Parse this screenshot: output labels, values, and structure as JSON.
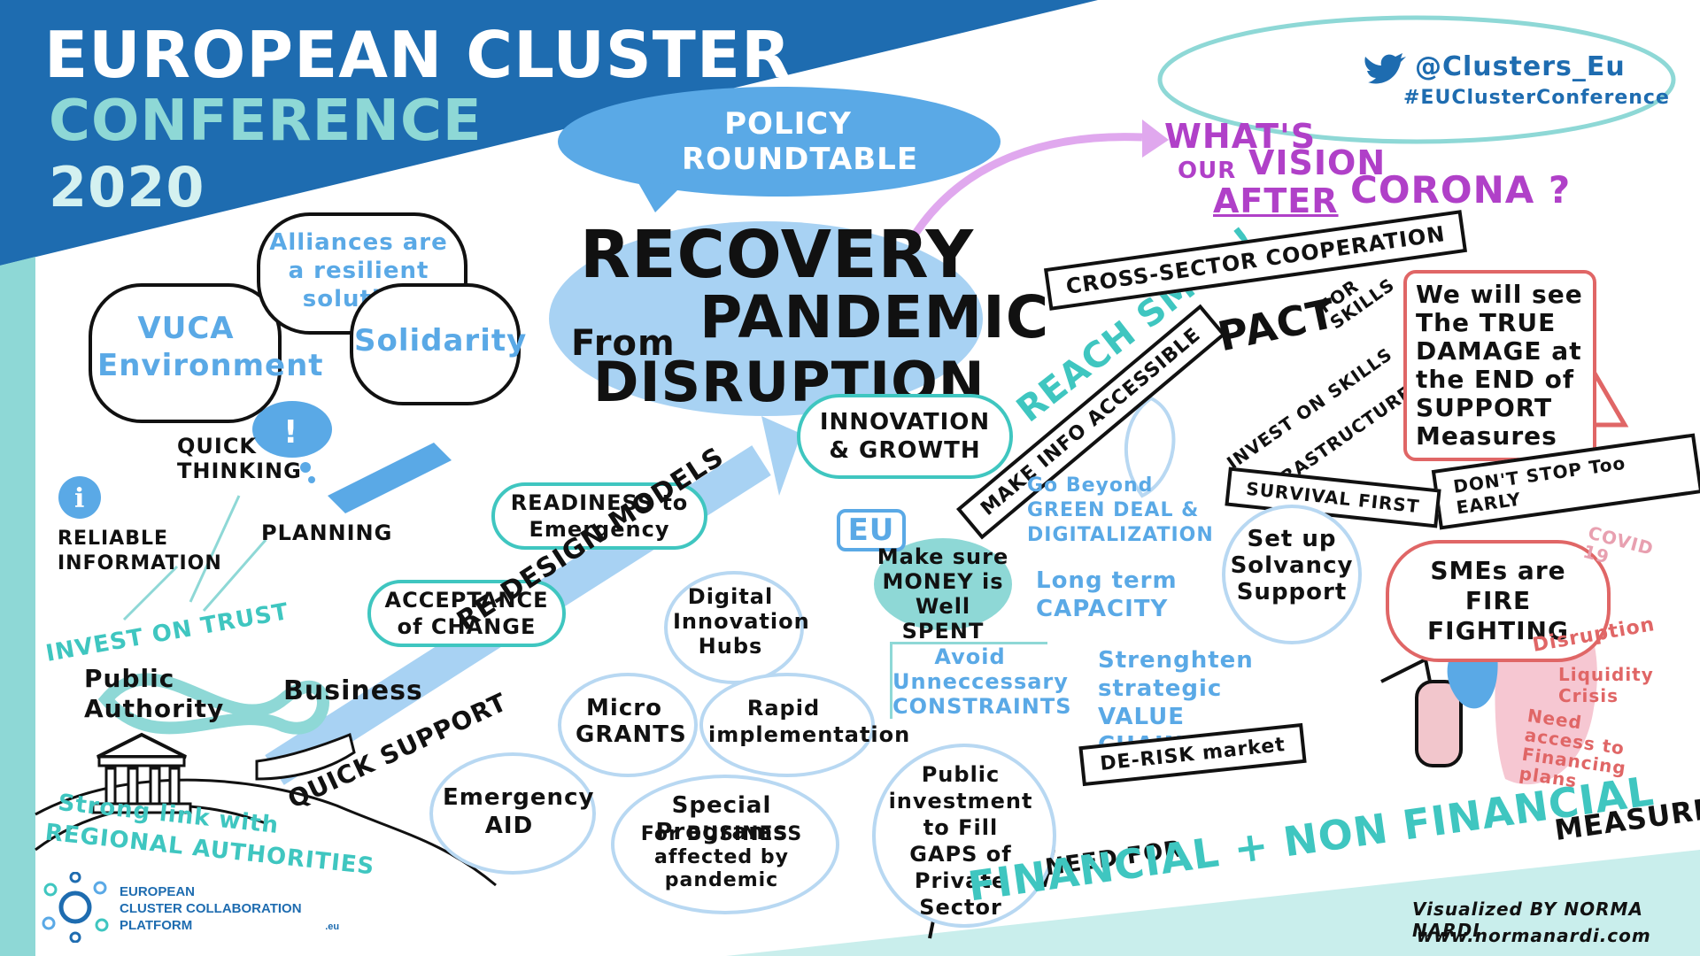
{
  "header": {
    "title_line1": "EUROPEAN CLUSTER",
    "title_line2": "CONFERENCE",
    "year": "2020"
  },
  "social": {
    "handle": "@Clusters_Eu",
    "hashtag": "#EUClusterConference"
  },
  "policy_roundtable": "POLICY ROUNDTABLE",
  "main_title": {
    "line1": "RECOVERY",
    "line2_small": "From",
    "line2_big": "PANDEMIC",
    "line3": "DISRUPTION"
  },
  "vision": {
    "line1": "WHAT'S",
    "line2a": "OUR",
    "line2b": "VISION",
    "line3a": "AFTER",
    "line3b": "CORONA ?"
  },
  "left_clouds": {
    "vuca": "VUCA Environment",
    "alliances": "Alliances are a resilient solution",
    "solidarity": "Solidarity"
  },
  "left_items": {
    "quick_thinking": "QUICK THINKING",
    "planning": "PLANNING",
    "reliable_info": "RELIABLE INFORMATION",
    "invest_on_trust": "INVEST ON TRUST",
    "public_authority": "Public Authority",
    "business": "Business",
    "strong_link_1": "Strong link with",
    "strong_link_2": "REGIONAL AUTHORITIES"
  },
  "middle": {
    "readiness": "READINESS to Emergency",
    "acceptance": "ACCEPTANCE of CHANGE",
    "redesign": "RE-DESIGN MODELS",
    "quick_support": "QUICK SUPPORT",
    "innovation": "INNOVATION & GROWTH",
    "digital_hubs": "Digital Innovation Hubs",
    "micro_grants": "Micro GRANTS",
    "rapid": "Rapid implementation",
    "emergency_aid": "Emergency AID",
    "special_programs": "Special Programs",
    "special_programs_sub": "For BUSINESS affected by pandemic",
    "public_investment": "Public investment to Fill GAPS of Private Sector"
  },
  "eu_section": {
    "eu": "EU",
    "reach_smes": "REACH SMEs !",
    "make_info": "MAKE INFO ACCESSIBLE",
    "make_sure": "Make sure MONEY is Well SPENT",
    "green_deal": "Go Beyond GREEN DEAL & DIGITALIZATION",
    "long_term": "Long term CAPACITY",
    "avoid": "Avoid Unneccessary CONSTRAINTS",
    "strengthen": "Strenghten strategic VALUE CHAINS",
    "derisk": "DE-RISK market"
  },
  "right_section": {
    "cross_sector": "CROSS-SECTOR COOPERATION",
    "pact": "PACT",
    "pact_for": "FOR SKILLS",
    "invest_skills": "INVEST ON SKILLS & INFRASTRUCTURE",
    "damage": "We will see The TRUE DAMAGE at the END of SUPPORT Measures",
    "dont_stop": "DON'T STOP Too EARLY",
    "survival": "SURVIVAL FIRST",
    "solvency": "Set up Solvancy Support",
    "smes_fire": "SMEs are FIRE FIGHTING",
    "covid": "COVID 19",
    "disruption": "Disruption",
    "liquidity": "Liquidity Crisis",
    "financing": "Need access to Financing plans"
  },
  "bottom": {
    "need_for": "NEED FOR",
    "financial": "FINANCIAL + NON FINANCIAL",
    "measures": "MEASURES",
    "credit_1": "Visualized BY NORMA NARDI",
    "credit_2": "www.normanardi.com",
    "logo_line1": "EUROPEAN",
    "logo_line2": "CLUSTER COLLABORATION",
    "logo_line3": "PLATFORM",
    "logo_eu": ".eu"
  },
  "colors": {
    "header_blue": "#1e6cb0",
    "teal": "#3fc6c0",
    "light_blue": "#5aa9e6",
    "pale_blue": "#b8d8f2",
    "purple": "#b040c8",
    "red": "#e06666"
  }
}
